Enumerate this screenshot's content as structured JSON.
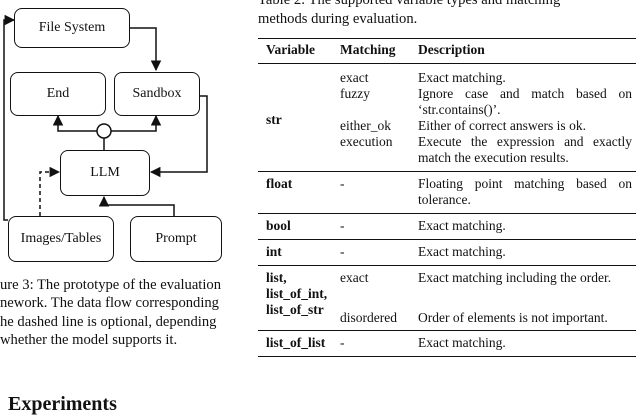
{
  "diagram": {
    "nodes": {
      "file_system": "File System",
      "end": "End",
      "sandbox": "Sandbox",
      "llm": "LLM",
      "images_tables": "Images/Tables",
      "prompt": "Prompt"
    }
  },
  "figure_caption": [
    "ure 3: The prototype of the evaluation",
    "nework. The data flow corresponding",
    "he dashed line is optional, depending",
    "whether the model supports it."
  ],
  "section_heading": "Experiments",
  "table_caption": [
    "Table 2: The supported variable types and matching",
    "methods during evaluation."
  ],
  "table": {
    "headers": [
      "Variable",
      "Matching",
      "Description"
    ],
    "groups": [
      {
        "variable": "str",
        "rows": [
          {
            "matching": "exact",
            "description": "Exact matching."
          },
          {
            "matching": "fuzzy",
            "description": "Ignore case and match based on ‘str.contains()’."
          },
          {
            "matching": "either_ok",
            "description": "Either of correct answers is ok."
          },
          {
            "matching": "execution",
            "description": "Execute the expression and exactly match the execution results."
          }
        ]
      },
      {
        "variable": "float",
        "rows": [
          {
            "matching": "-",
            "description": "Floating point matching based on tolerance."
          }
        ]
      },
      {
        "variable": "bool",
        "rows": [
          {
            "matching": "-",
            "description": "Exact matching."
          }
        ]
      },
      {
        "variable": "int",
        "rows": [
          {
            "matching": "-",
            "description": "Exact matching."
          }
        ]
      },
      {
        "variable": "list, list_of_int, list_of_str",
        "variable_lines": [
          "list,",
          "list_of_int,",
          "list_of_str"
        ],
        "rows": [
          {
            "matching": "exact",
            "description": "Exact matching including the order."
          },
          {
            "matching": "disordered",
            "description": "Order of elements is not important."
          }
        ]
      },
      {
        "variable": "list_of_list",
        "rows": [
          {
            "matching": "-",
            "description": "Exact matching."
          }
        ]
      }
    ]
  }
}
